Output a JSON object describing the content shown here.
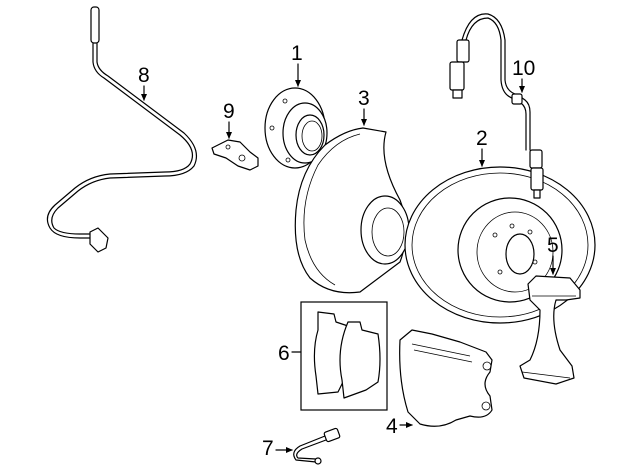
{
  "diagram": {
    "type": "exploded-parts-diagram",
    "subject": "front brake assembly",
    "callouts": [
      {
        "number": "1",
        "part": "hub-bearing"
      },
      {
        "number": "2",
        "part": "brake-rotor"
      },
      {
        "number": "3",
        "part": "splash-shield"
      },
      {
        "number": "4",
        "part": "brake-caliper"
      },
      {
        "number": "5",
        "part": "caliper-bracket"
      },
      {
        "number": "6",
        "part": "brake-pads"
      },
      {
        "number": "7",
        "part": "pad-wear-sensor"
      },
      {
        "number": "8",
        "part": "abs-sensor-wire"
      },
      {
        "number": "9",
        "part": "bracket"
      },
      {
        "number": "10",
        "part": "brake-hose"
      }
    ]
  }
}
